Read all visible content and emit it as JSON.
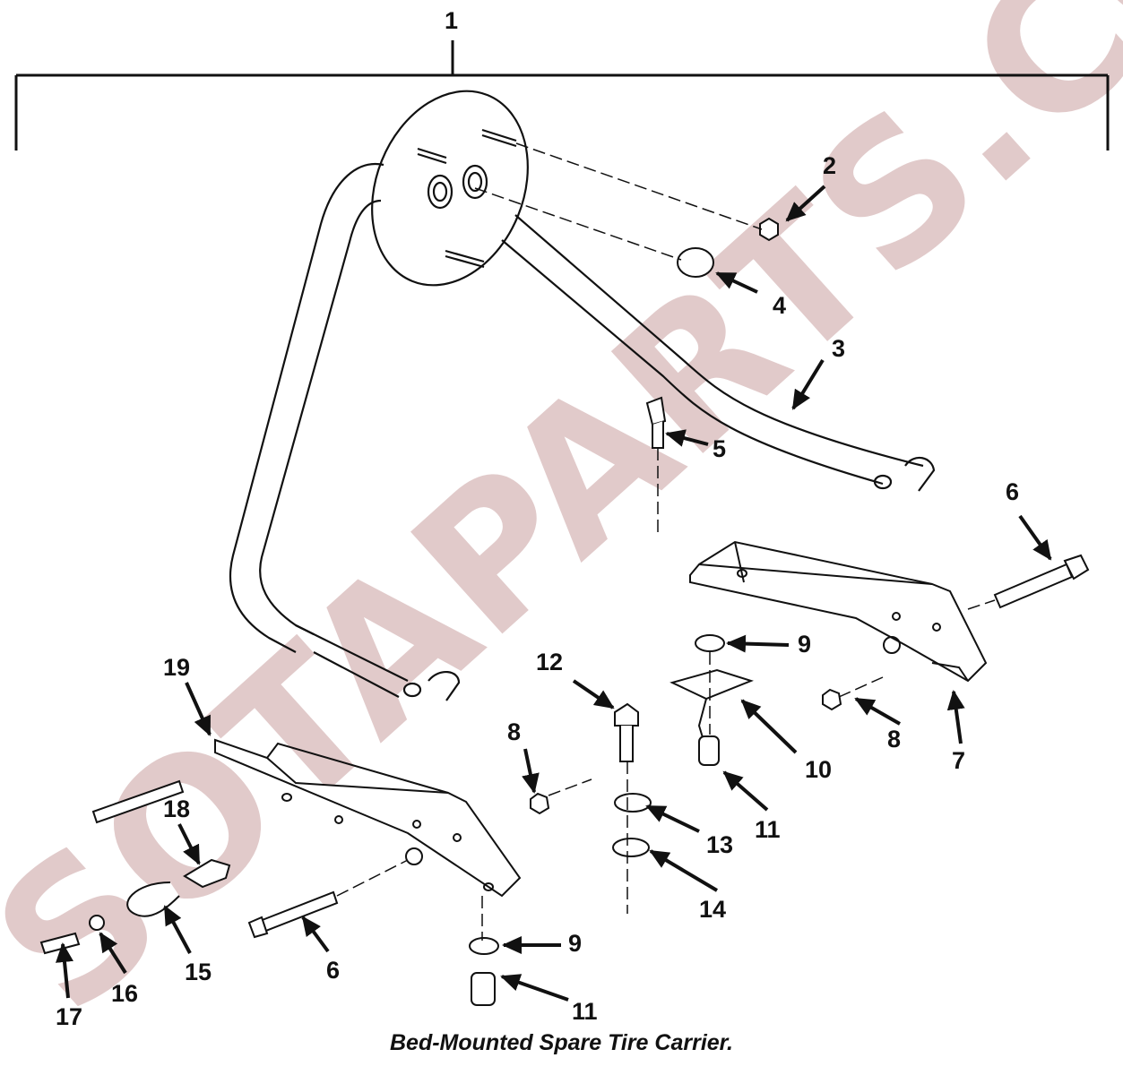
{
  "watermark": "SOTAPARTS.COM",
  "caption": "Bed-Mounted Spare Tire Carrier.",
  "callouts": {
    "c1": "1",
    "c2": "2",
    "c3": "3",
    "c4": "4",
    "c5": "5",
    "c6a": "6",
    "c6b": "6",
    "c7": "7",
    "c8a": "8",
    "c8b": "8",
    "c9a": "9",
    "c9b": "9",
    "c10": "10",
    "c11a": "11",
    "c11b": "11",
    "c12": "12",
    "c13": "13",
    "c14": "14",
    "c15": "15",
    "c16": "16",
    "c17": "17",
    "c18": "18",
    "c19": "19"
  },
  "colors": {
    "ink": "#111111",
    "watermark": "#c9a0a0"
  }
}
